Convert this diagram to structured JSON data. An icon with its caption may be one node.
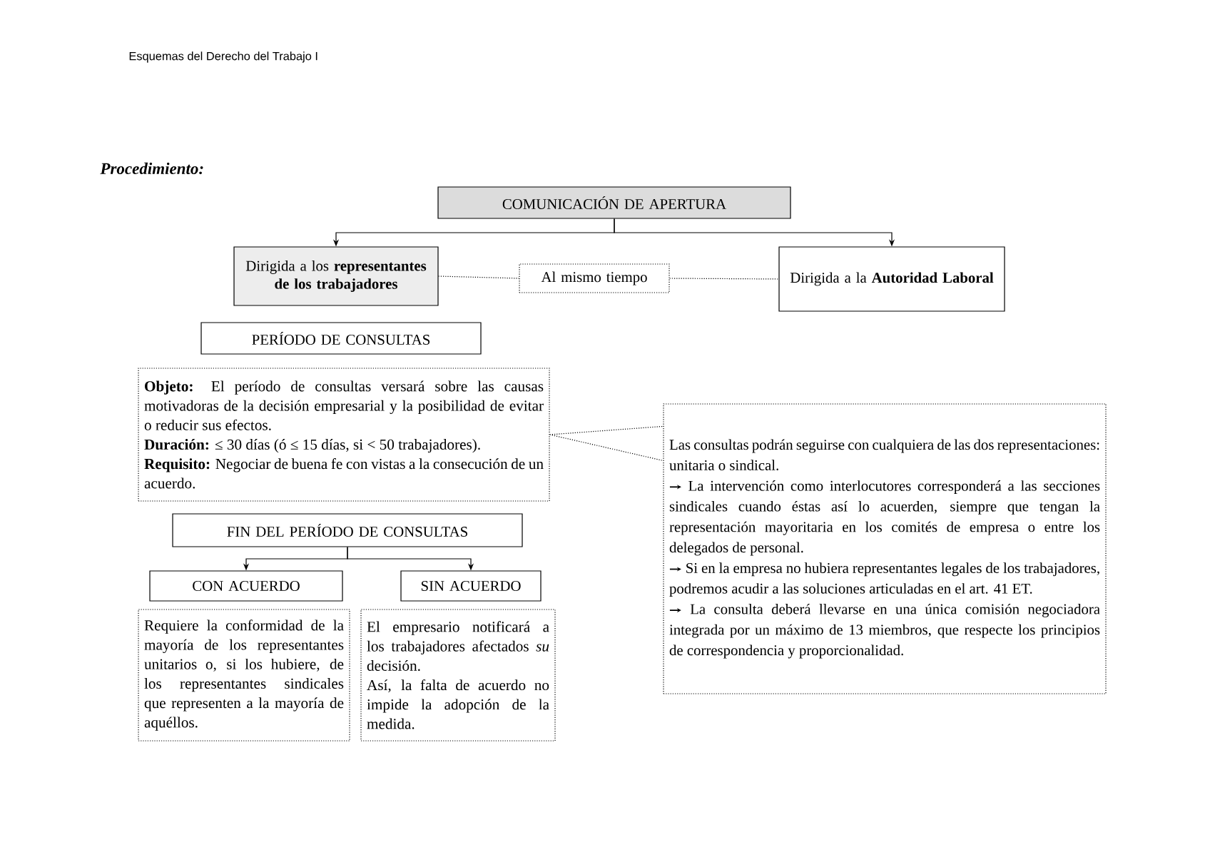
{
  "diagram": {
    "title": "Procedimiento:",
    "nodes": [
      {
        "text": [
          "COMUNICACIÓN DE APERTURA"
        ]
      },
      {
        "text": [
          "Dirigida a los **representantes de los trabajadores**"
        ]
      },
      {
        "text": [
          "Al mismo tiempo"
        ]
      },
      {
        "text": [
          "Dirigida a la **Autoridad Laboral**"
        ]
      },
      {
        "text": [
          "PERÍODO DE CONSULTAS"
        ]
      },
      {
        "text": [
          "**Objeto:** El período de consultas versará sobre las causas motivadoras de la decisión empresarial y la posibilidad de evitar o reducir sus efectos.",
          "**Duración:** ≤ 30 días (ó ≤ 15 días, si < 50 trabajadores).",
          "**Requisito:** Negociar de buena fe con vistas a la consecución de un acuerdo."
        ]
      },
      {
        "text": [
          "Las consultas podrán seguirse con cualquiera de las dos representaciones: unitaria o sindical.",
          "La intervención como interlocutores corresponderá a las secciones sindicales cuando éstas así lo acuerden, siempre que tengan la representación mayoritaria en los comités de empresa o entre los delegados de personal.",
          "Si en la empresa no hubiera representantes legales de los trabajadores, podremos acudir a las soluciones articuladas en el art. 41 ET.",
          "La consulta deberá llevarse en una única comisión negociadora integrada por un máximo de 13 miembros, que respecte los principios de correspondencia y proporcionalidad."
        ]
      },
      {
        "text": [
          "FIN DEL PERÍODO DE CONSULTAS"
        ]
      },
      {
        "text": [
          "CON ACUERDO"
        ]
      },
      {
        "text": [
          "SIN ACUERDO"
        ]
      },
      {
        "text": [
          "Requiere la conformidad de la mayoría de los representantes unitarios o, si los hubiere, de los representantes sindicales que representen a la mayoría de aquéllos."
        ]
      },
      {
        "text": [
          "El empresario notificará a los trabajadores afectados *su* decisión.",
          "Así, la falta de acuerdo no impide la adopción de la medida."
        ]
      }
    ],
    "edges": [
      {
        "from": 0,
        "to": 1,
        "arrow": "to"
      },
      {
        "from": 0,
        "to": 3,
        "arrow": "to"
      },
      {
        "from": 1,
        "to": 2,
        "arrow": "none",
        "style": "dashed"
      },
      {
        "from": 2,
        "to": 3,
        "arrow": "none",
        "style": "dashed"
      },
      {
        "from": 5,
        "to": 6,
        "arrow": "none",
        "style": "dashed"
      },
      {
        "from": 7,
        "to": 8,
        "arrow": "to"
      },
      {
        "from": 7,
        "to": 9,
        "arrow": "to"
      }
    ],
    "labels": [
      "Esquemas del Derecho del Trabajo I"
    ]
  }
}
